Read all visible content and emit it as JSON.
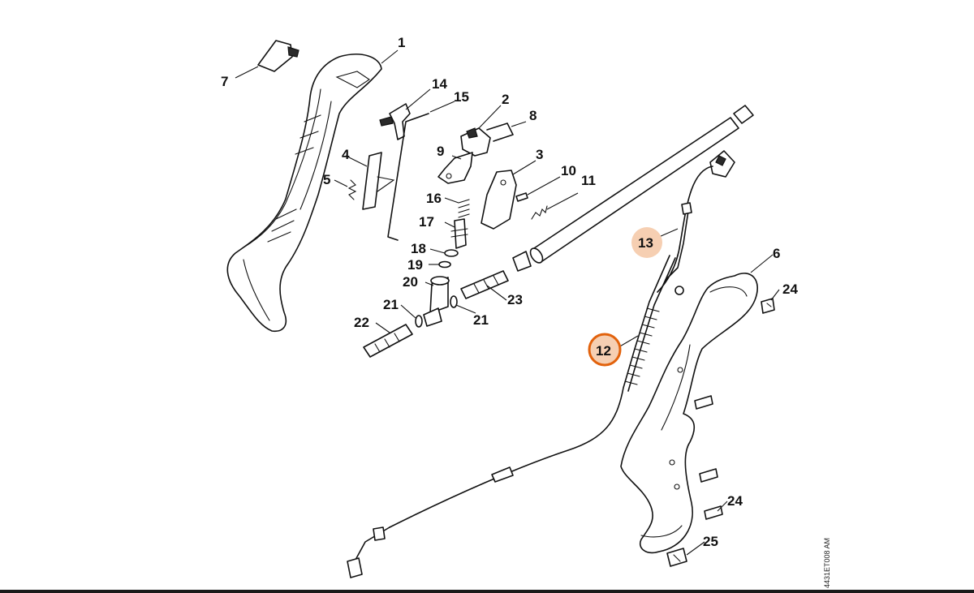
{
  "diagram": {
    "reference_code": "4431ET008 AM",
    "callouts": {
      "c1": "1",
      "c2": "2",
      "c3": "3",
      "c4": "4",
      "c5": "5",
      "c6": "6",
      "c7": "7",
      "c8": "8",
      "c9": "9",
      "c10": "10",
      "c11": "11",
      "c12": "12",
      "c13": "13",
      "c14": "14",
      "c15": "15",
      "c16": "16",
      "c17": "17",
      "c18": "18",
      "c19": "19",
      "c20": "20",
      "c21a": "21",
      "c21b": "21",
      "c22": "22",
      "c23": "23",
      "c24a": "24",
      "c24b": "24",
      "c25": "25"
    },
    "highlight": {
      "selected_part": "12",
      "related_part": "13",
      "ring_color": "#e2620c",
      "fill_color": "#f6cfb2"
    }
  }
}
